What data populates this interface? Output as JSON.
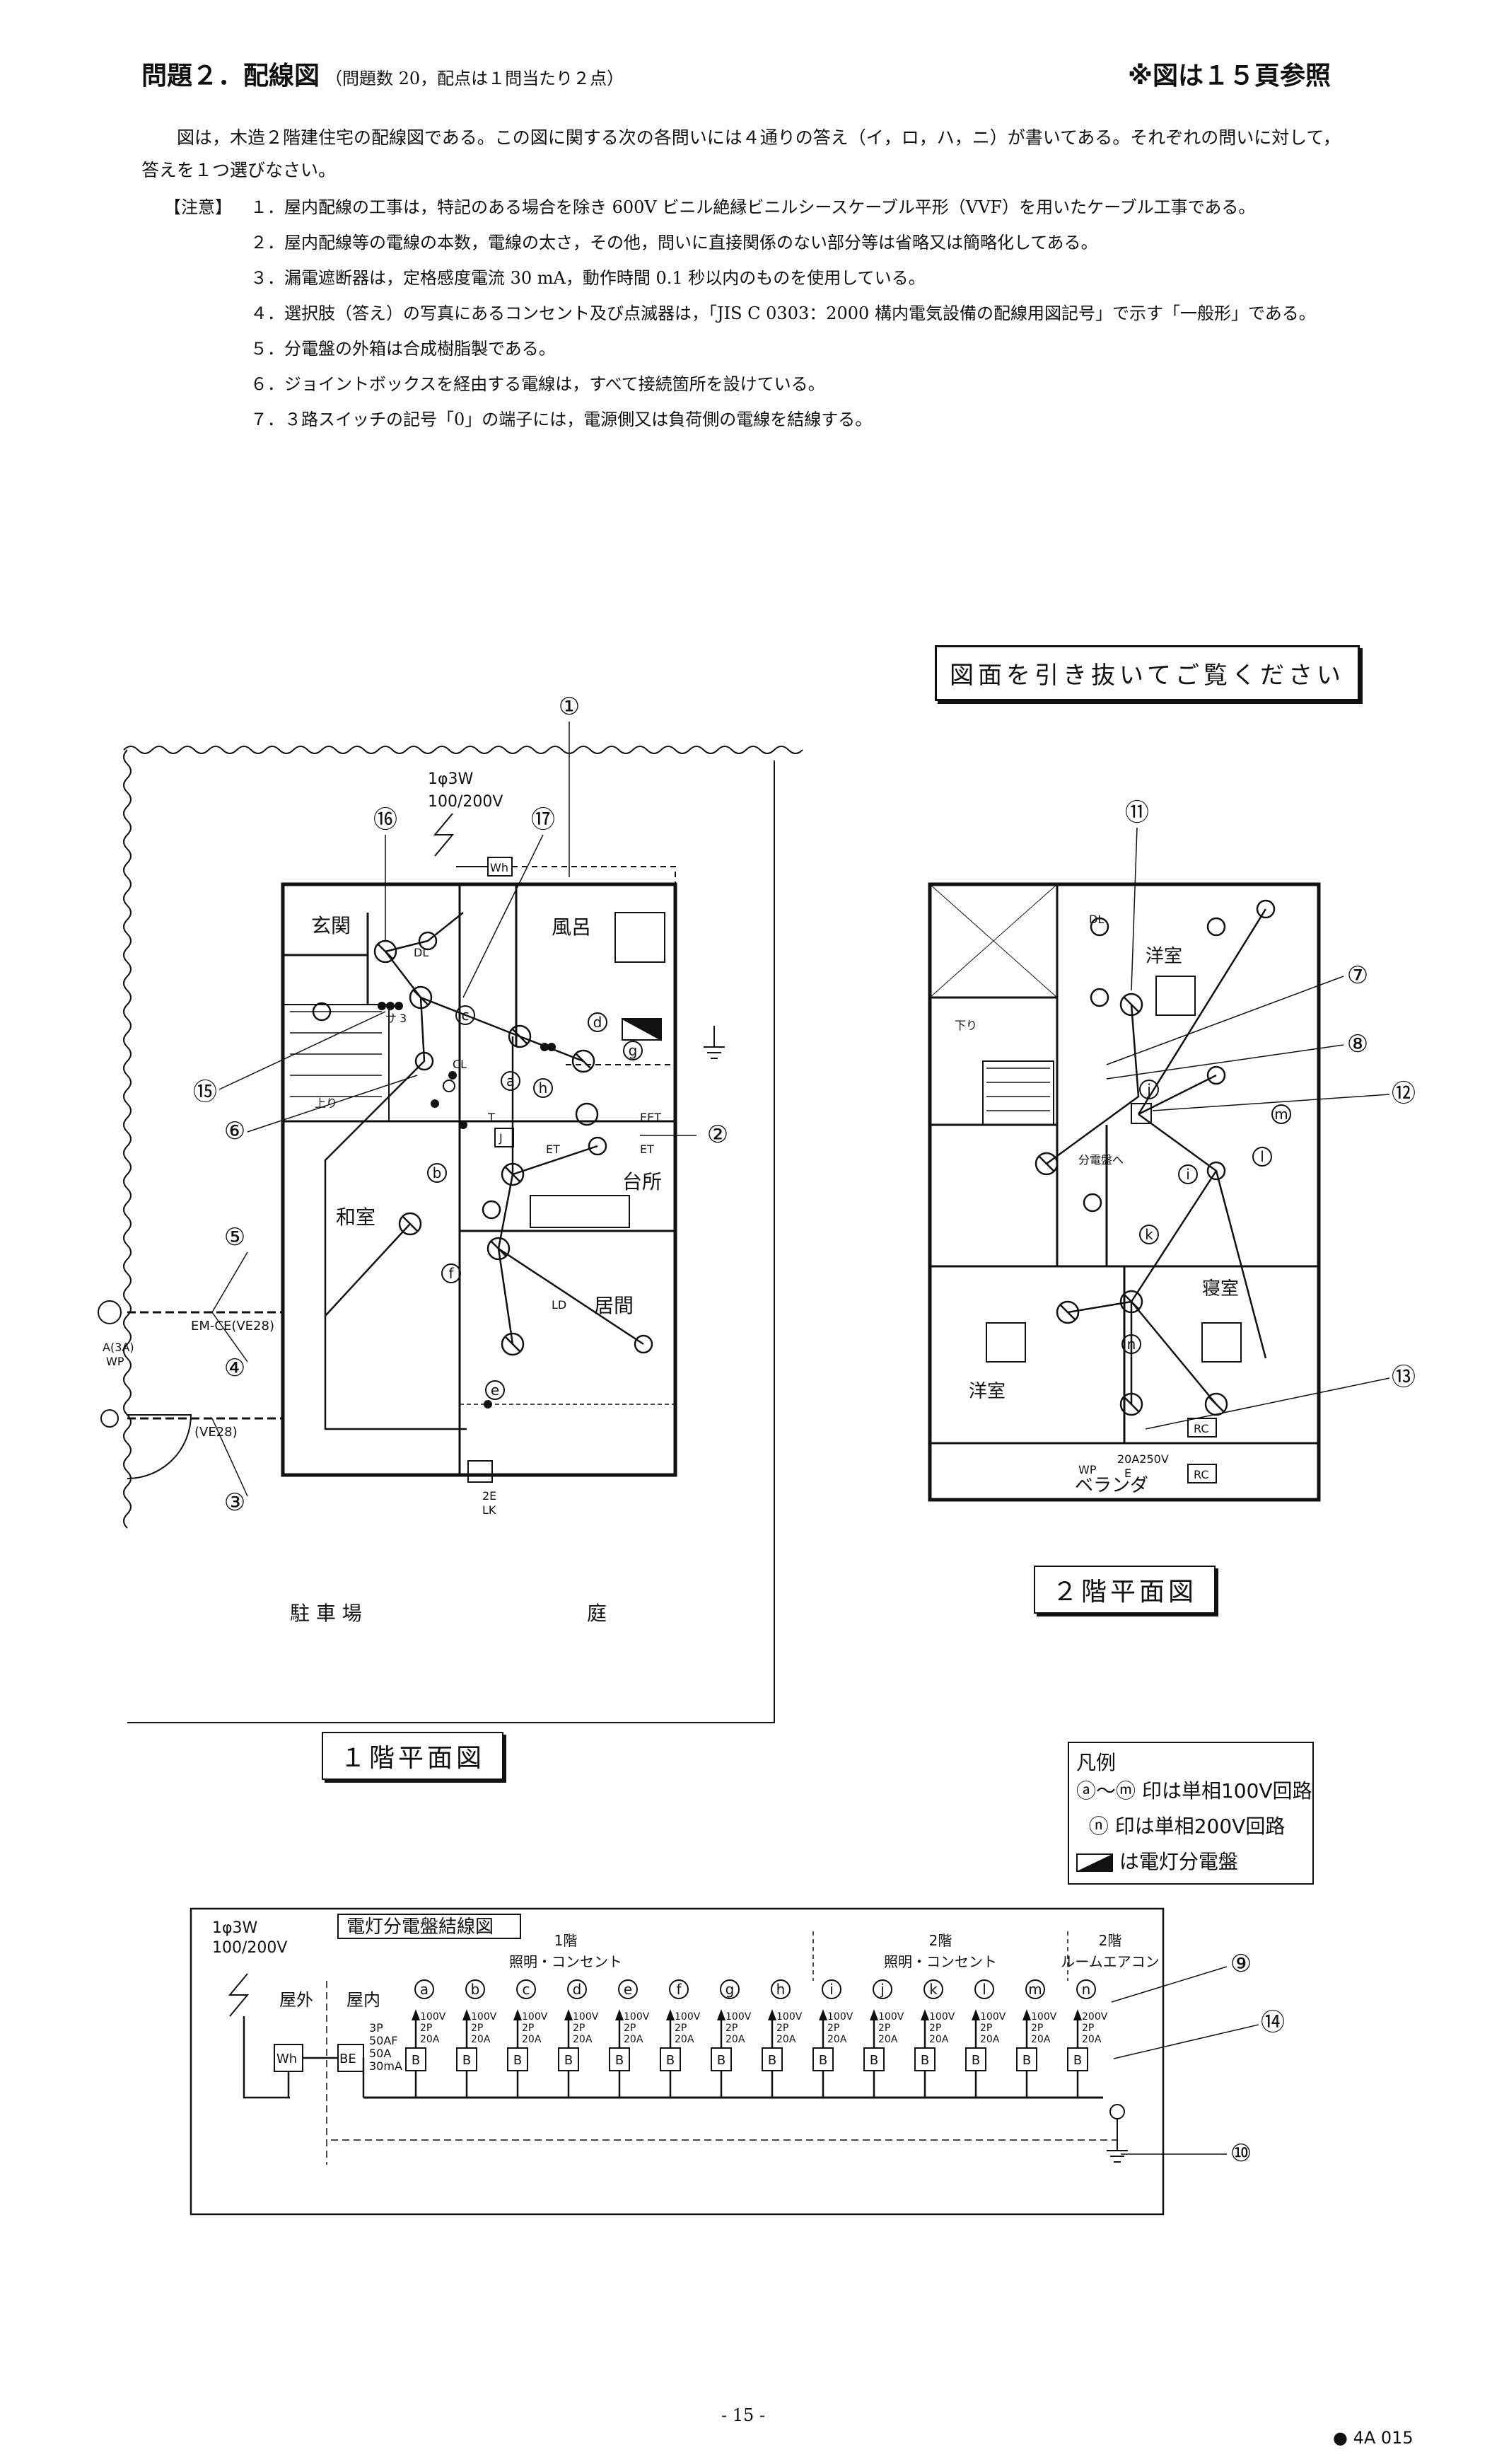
{
  "header": {
    "title": "問題２．配線図",
    "subtitle": "（問題数 20，配点は１問当たり２点）",
    "reference": "※図は１５頁参照"
  },
  "intro": "図は，木造２階建住宅の配線図である。この図に関する次の各問いには４通りの答え（イ，ロ，ハ，ニ）が書いてある。それぞれの問いに対して，答えを１つ選びなさい。",
  "notes": {
    "heading": "【注意】",
    "items": [
      "１．屋内配線の工事は，特記のある場合を除き 600V ビニル絶縁ビニルシースケーブル平形（VVF）を用いたケーブル工事である。",
      "２．屋内配線等の電線の本数，電線の太さ，その他，問いに直接関係のない部分等は省略又は簡略化してある。",
      "３．漏電遮断器は，定格感度電流 30 mA，動作時間 0.1 秒以内のものを使用している。",
      "４．選択肢（答え）の写真にあるコンセント及び点滅器は，「JIS C 0303：2000 構内電気設備の配線用図記号」で示す「一般形」である。",
      "５．分電盤の外箱は合成樹脂製である。",
      "６．ジョイントボックスを経由する電線は，すべて接続箇所を設けている。",
      "７．３路スイッチの記号「0」の端子には，電源側又は負荷側の電線を結線する。"
    ]
  },
  "pullout_notice": "図面を引き抜いてご覧ください",
  "floor1": {
    "title": "１階平面図",
    "service": [
      "1φ3W",
      "100/200V"
    ],
    "meter": "Wh",
    "rooms": [
      "玄関",
      "風呂",
      "和室",
      "台所",
      "居間",
      "駐 車 場",
      "庭"
    ],
    "outdoor": [
      "EM-CE(VE28)",
      "(VE28)",
      "A(3A)",
      "WP"
    ],
    "callouts": [
      "①",
      "②",
      "③",
      "④",
      "⑤",
      "⑥",
      "⑮",
      "⑯",
      "⑰"
    ],
    "circuit_marks": [
      "a",
      "b",
      "c",
      "d",
      "e",
      "f",
      "g",
      "h"
    ],
    "box_labels": [
      "ET",
      "ET",
      "EET"
    ],
    "misc_labels": [
      "DL",
      "CL",
      "LD",
      "T",
      "J",
      "2E",
      "LK",
      "上り",
      "サ",
      "3"
    ]
  },
  "floor2": {
    "title": "２階平面図",
    "rooms": [
      "洋室",
      "寝室",
      "洋室",
      "ベランダ"
    ],
    "callouts": [
      "⑦",
      "⑧",
      "⑪",
      "⑫",
      "⑬"
    ],
    "circuit_marks": [
      "i",
      "j",
      "k",
      "l",
      "m",
      "n"
    ],
    "labels": [
      "下り",
      "分電盤へ",
      "RC",
      "RC",
      "20A250V",
      "E",
      "WP",
      "DL"
    ]
  },
  "legend": {
    "title": "凡例",
    "row1_marks": [
      "a",
      "m"
    ],
    "row1_text": "印は単相100V回路",
    "row2_mark": "n",
    "row2_text": "印は単相200V回路",
    "row3_text": "は電灯分電盤"
  },
  "panel_diagram": {
    "title": "電灯分電盤結線図",
    "service": [
      "1φ3W",
      "100/200V"
    ],
    "outdoor_label": "屋外",
    "indoor_label": "屋内",
    "meter": "Wh",
    "main_breaker": "BE",
    "main_spec": [
      "3P",
      "50AF",
      "50A",
      "30mA"
    ],
    "groups": [
      {
        "floor": "1階",
        "use": "照明・コンセント"
      },
      {
        "floor": "2階",
        "use": "照明・コンセント"
      },
      {
        "floor": "2階",
        "use": "ルームエアコン"
      }
    ],
    "branches": [
      {
        "mark": "a",
        "spec": [
          "100V",
          "2P",
          "20A"
        ]
      },
      {
        "mark": "b",
        "spec": [
          "100V",
          "2P",
          "20A"
        ]
      },
      {
        "mark": "c",
        "spec": [
          "100V",
          "2P",
          "20A"
        ]
      },
      {
        "mark": "d",
        "spec": [
          "100V",
          "2P",
          "20A"
        ]
      },
      {
        "mark": "e",
        "spec": [
          "100V",
          "2P",
          "20A"
        ]
      },
      {
        "mark": "f",
        "spec": [
          "100V",
          "2P",
          "20A"
        ]
      },
      {
        "mark": "g",
        "spec": [
          "100V",
          "2P",
          "20A"
        ]
      },
      {
        "mark": "h",
        "spec": [
          "100V",
          "2P",
          "20A"
        ]
      },
      {
        "mark": "i",
        "spec": [
          "100V",
          "2P",
          "20A"
        ]
      },
      {
        "mark": "j",
        "spec": [
          "100V",
          "2P",
          "20A"
        ]
      },
      {
        "mark": "k",
        "spec": [
          "100V",
          "2P",
          "20A"
        ]
      },
      {
        "mark": "l",
        "spec": [
          "100V",
          "2P",
          "20A"
        ]
      },
      {
        "mark": "m",
        "spec": [
          "100V",
          "2P",
          "20A"
        ]
      },
      {
        "mark": "n",
        "spec": [
          "200V",
          "2P",
          "20A"
        ]
      }
    ],
    "breaker_label": "B",
    "callouts": [
      "⑨",
      "⑩",
      "⑭"
    ]
  },
  "footer": {
    "page": "- 15 -",
    "code": "4A 015"
  }
}
